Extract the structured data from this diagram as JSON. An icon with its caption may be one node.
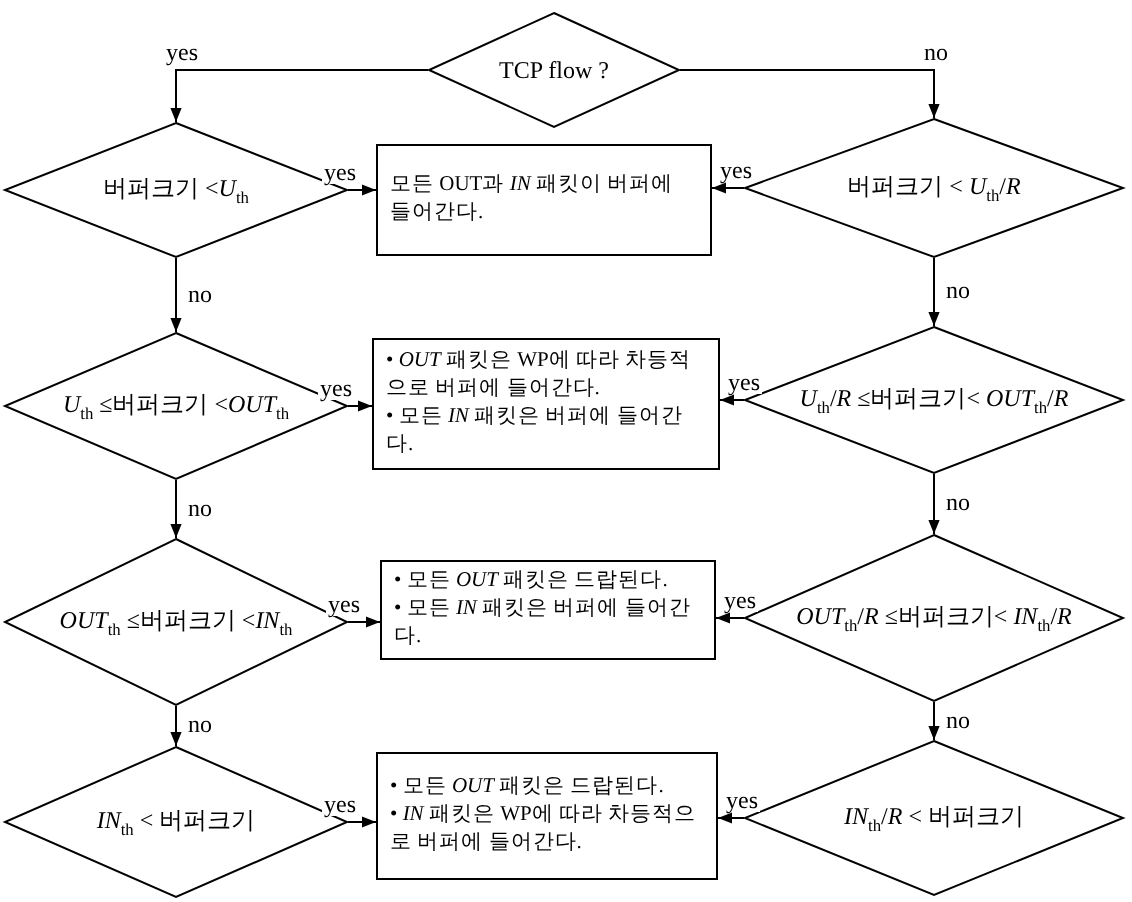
{
  "diagram": {
    "nodes": [
      {
        "text": [
          "TCP flow ?"
        ]
      },
      {
        "text": [
          "버퍼크기 <*U*$_{th}$"
        ]
      },
      {
        "text": [
          "모든 OUT과 *IN* 패킷이 버퍼에 들어간다."
        ]
      },
      {
        "text": [
          "버퍼크기 < *U*$_{th}$/*R*"
        ]
      },
      {
        "text": [
          "*U*$_{th}$ ≤버퍼크기 <*OUT*$_{th}$"
        ]
      },
      {
        "text": [
          "• *OUT* 패킷은 WP에 따라 차등적으로 버퍼에 들어간다.",
          "• 모든 *IN* 패킷은 버퍼에 들어간다."
        ]
      },
      {
        "text": [
          "*U*$_{th}$/*R* ≤버퍼크기< *OUT*$_{th}$/*R*"
        ]
      },
      {
        "text": [
          "*OUT*$_{th}$ ≤버퍼크기 <*IN*$_{th}$"
        ]
      },
      {
        "text": [
          "• 모든 *OUT* 패킷은 드랍된다.",
          "• 모든 *IN* 패킷은 버퍼에 들어간다."
        ]
      },
      {
        "text": [
          "*OUT*$_{th}$/*R* ≤버퍼크기< *IN*$_{th}$/*R*"
        ]
      },
      {
        "text": [
          "*IN*$_{th}$ < 버퍼크기"
        ]
      },
      {
        "text": [
          "• 모든 *OUT* 패킷은 드랍된다.",
          "• *IN* 패킷은 WP에 따라 차등적으로 버퍼에 들어간다."
        ]
      },
      {
        "text": [
          "*IN*$_{th}$/*R* < 버퍼크기"
        ]
      }
    ],
    "edges": [
      {
        "from": 0,
        "to": 1,
        "arrow": "to",
        "label": "yes"
      },
      {
        "from": 0,
        "to": 3,
        "arrow": "to",
        "label": "no"
      },
      {
        "from": 1,
        "to": 2,
        "arrow": "to",
        "label": "yes"
      },
      {
        "from": 3,
        "to": 2,
        "arrow": "to",
        "label": "yes"
      },
      {
        "from": 1,
        "to": 4,
        "arrow": "to",
        "label": "no"
      },
      {
        "from": 3,
        "to": 6,
        "arrow": "to",
        "label": "no"
      },
      {
        "from": 4,
        "to": 5,
        "arrow": "to",
        "label": "yes"
      },
      {
        "from": 6,
        "to": 5,
        "arrow": "to",
        "label": "yes"
      },
      {
        "from": 4,
        "to": 7,
        "arrow": "to",
        "label": "no"
      },
      {
        "from": 6,
        "to": 9,
        "arrow": "to",
        "label": "no"
      },
      {
        "from": 7,
        "to": 8,
        "arrow": "to",
        "label": "yes"
      },
      {
        "from": 9,
        "to": 8,
        "arrow": "to",
        "label": "yes"
      },
      {
        "from": 7,
        "to": 10,
        "arrow": "to",
        "label": "no"
      },
      {
        "from": 9,
        "to": 12,
        "arrow": "to",
        "label": "no"
      },
      {
        "from": 10,
        "to": 11,
        "arrow": "to",
        "label": "yes"
      },
      {
        "from": 12,
        "to": 11,
        "arrow": "to",
        "label": "yes"
      }
    ]
  }
}
